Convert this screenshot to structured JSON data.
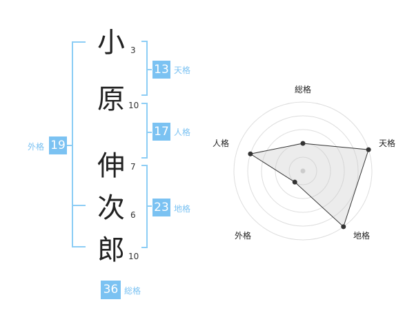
{
  "name": {
    "chars": [
      {
        "char": "小",
        "strokes": "3"
      },
      {
        "char": "原",
        "strokes": "10"
      },
      {
        "char": "伸",
        "strokes": "7"
      },
      {
        "char": "次",
        "strokes": "6"
      },
      {
        "char": "郎",
        "strokes": "10"
      }
    ]
  },
  "fortune": {
    "tenkaku": {
      "value": "13",
      "label": "天格"
    },
    "jinkaku": {
      "value": "17",
      "label": "人格"
    },
    "chikaku": {
      "value": "23",
      "label": "地格"
    },
    "gaikaku": {
      "value": "19",
      "label": "外格"
    },
    "soukaku": {
      "value": "36",
      "label": "総格"
    }
  },
  "colors": {
    "accent": "#7bc2f2",
    "text": "#222222"
  },
  "chart_data": {
    "type": "radar",
    "axes": [
      "総格",
      "天格",
      "地格",
      "外格",
      "人格"
    ],
    "values": [
      2,
      5,
      5,
      1,
      4
    ],
    "rmax": 5,
    "rings": 5,
    "center": "#cccccc"
  }
}
